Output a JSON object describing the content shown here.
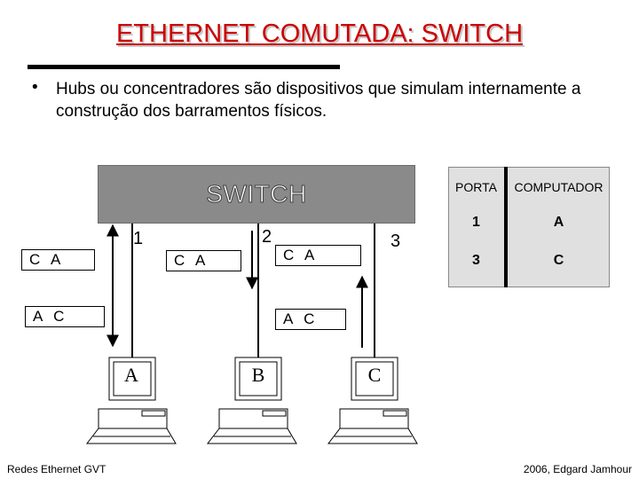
{
  "title": "ETHERNET COMUTADA: SWITCH",
  "bullet": {
    "symbol": "•",
    "text": "Hubs ou concentradores são dispositivos que simulam internamente a construção dos barramentos físicos."
  },
  "switch": {
    "label": "SWITCH"
  },
  "ports": {
    "p1": "1",
    "p2": "2",
    "p3": "3"
  },
  "frames": {
    "f_top_left": "C A",
    "f_bottom_left": "A C",
    "f_mid": "C A",
    "f_right_top": "C A",
    "f_right_bottom": "A C"
  },
  "computers": {
    "a": "A",
    "b": "B",
    "c": "C"
  },
  "table": {
    "headers": [
      "PORTA",
      "COMPUTADOR"
    ],
    "rows": [
      [
        "1",
        "A"
      ],
      [
        "3",
        "C"
      ]
    ]
  },
  "footer": {
    "left": "Redes Ethernet GVT",
    "right": "2006, Edgard Jamhour"
  },
  "colors": {
    "title": "#cc0000",
    "switch": "#8a8a8a",
    "table": "#e0e0e0"
  }
}
